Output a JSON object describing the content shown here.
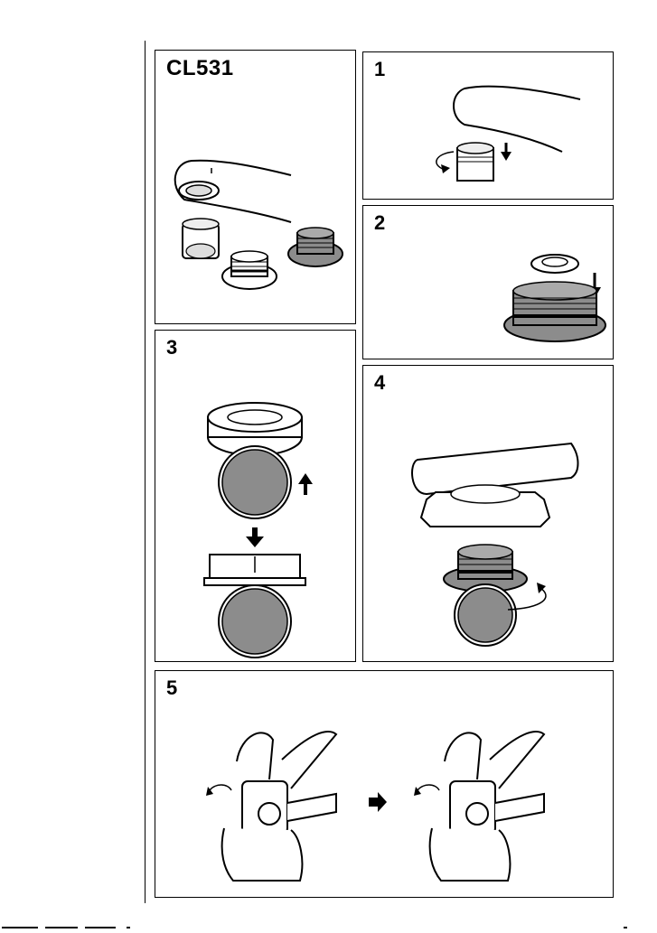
{
  "panels": {
    "overview": {
      "label": "CL531"
    },
    "step1": {
      "label": "1"
    },
    "step2": {
      "label": "2"
    },
    "step3": {
      "label": "3"
    },
    "step4": {
      "label": "4"
    },
    "step5": {
      "label": "5"
    }
  },
  "colors": {
    "part_gray": "#8c8c8c",
    "line": "#000000",
    "background": "#ffffff"
  }
}
